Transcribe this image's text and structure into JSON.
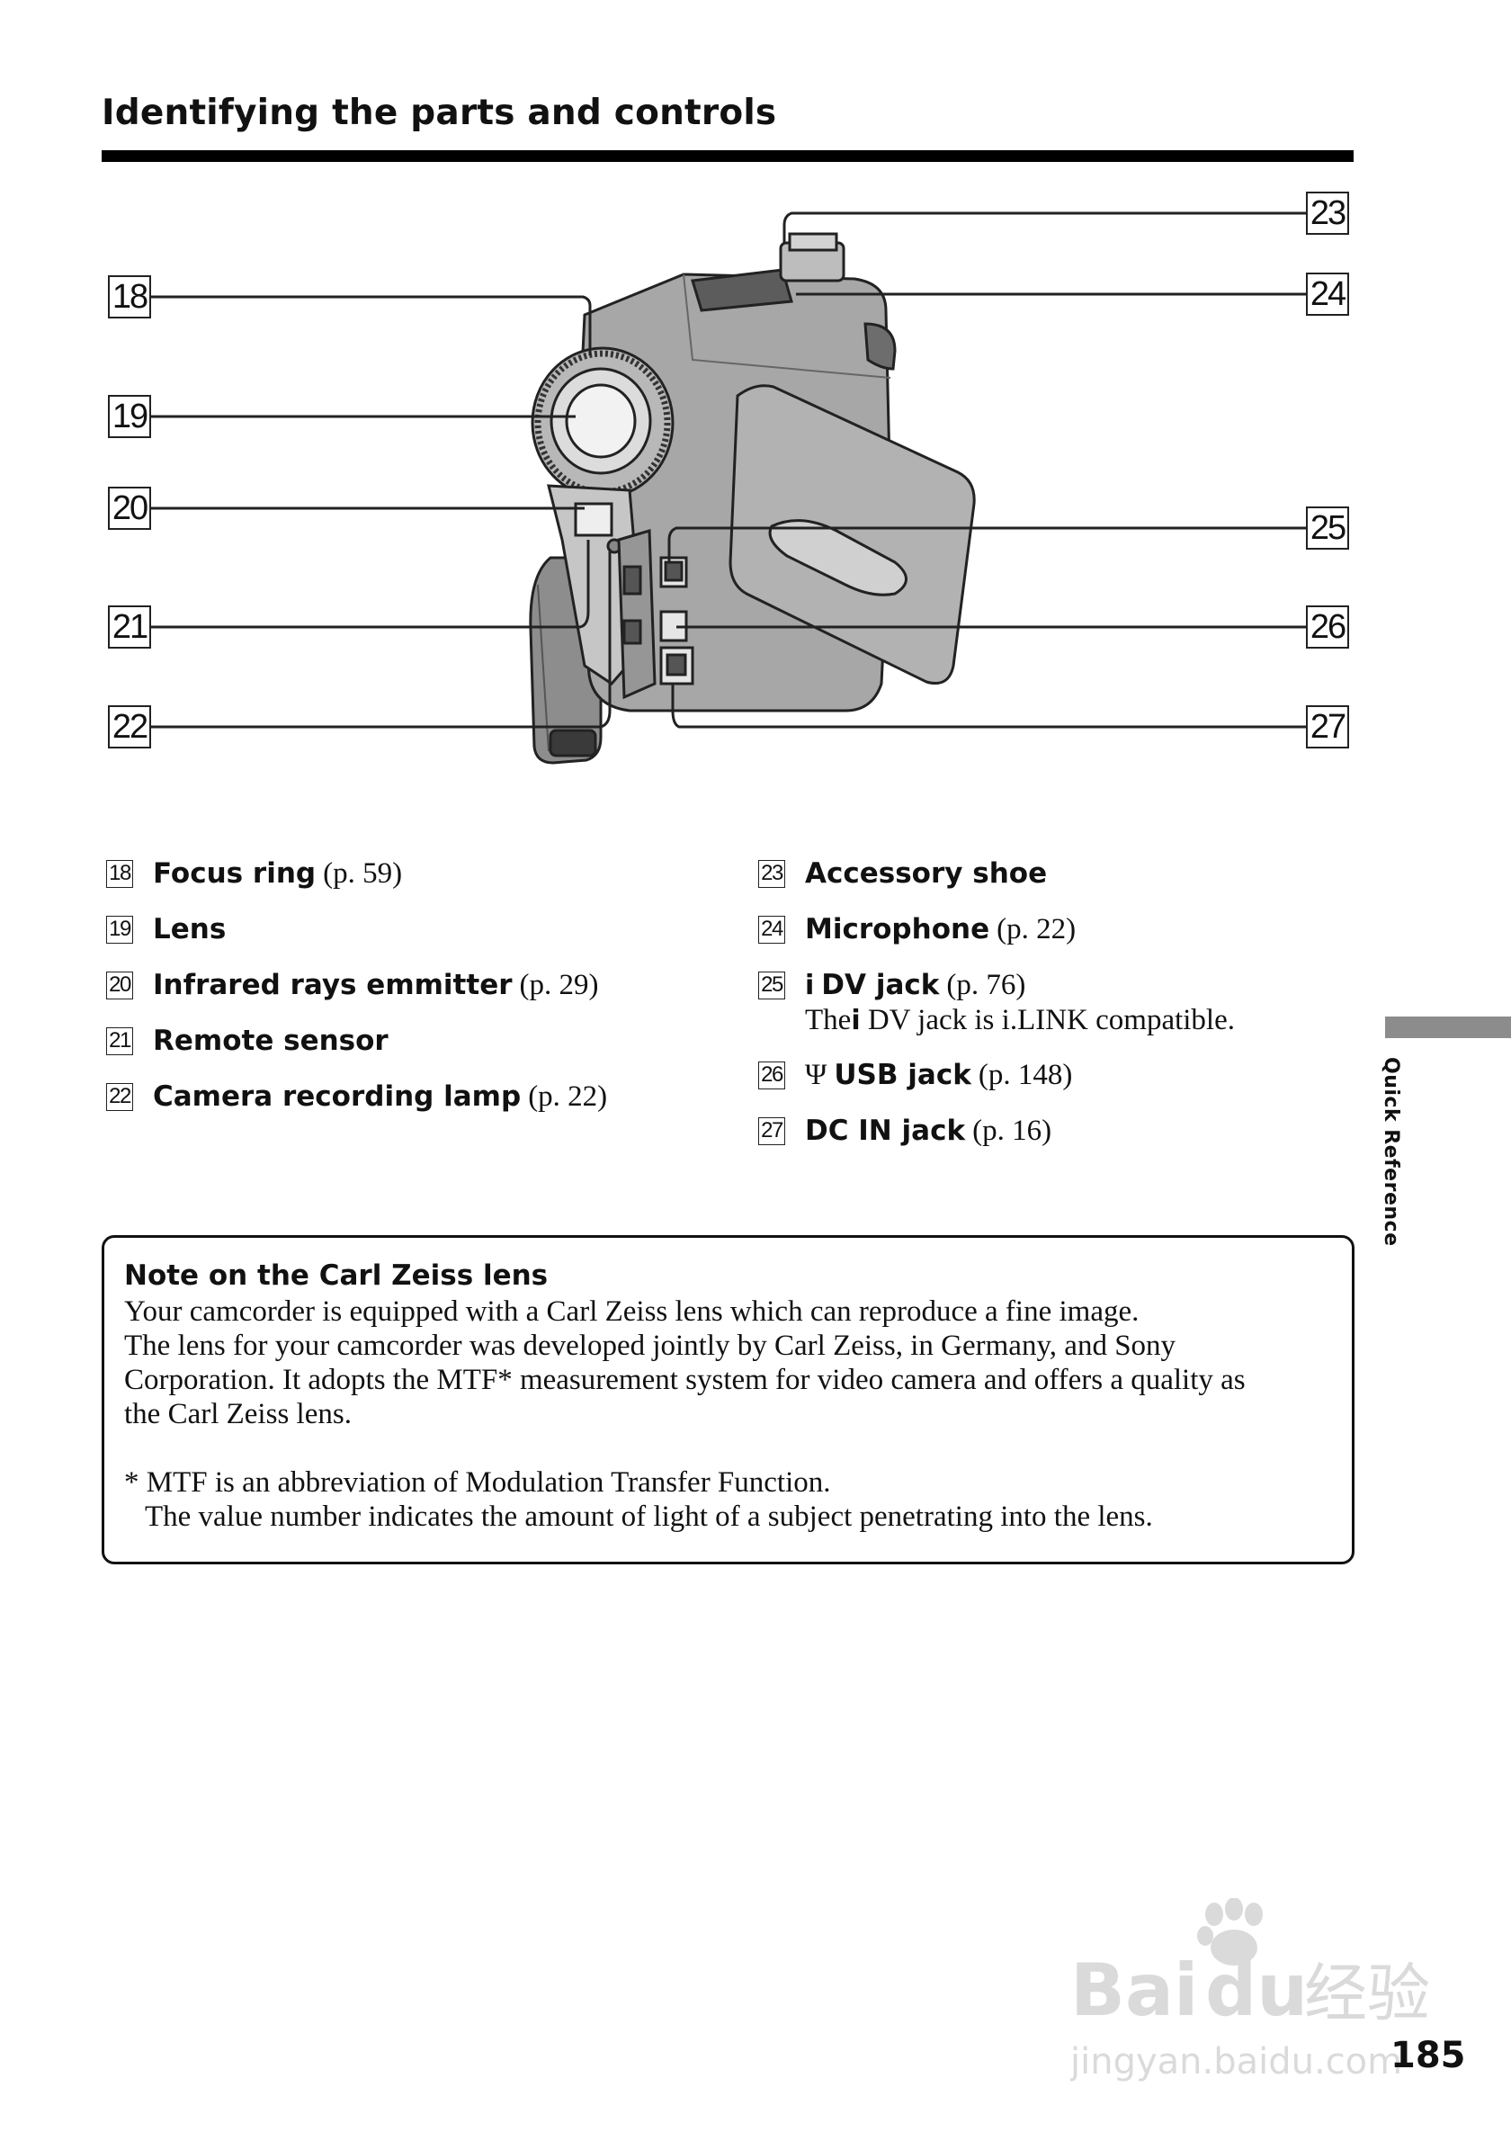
{
  "page": {
    "section_title": "Identifying the parts and controls",
    "page_number": "185",
    "side_tab_label": "Quick Reference"
  },
  "diagram": {
    "callouts": [
      "18",
      "19",
      "20",
      "21",
      "22",
      "23",
      "24",
      "25",
      "26",
      "27"
    ]
  },
  "legend": {
    "left": [
      {
        "num": "18",
        "name": "Focus ring",
        "ref": "(p. 59)"
      },
      {
        "num": "19",
        "name": "Lens",
        "ref": ""
      },
      {
        "num": "20",
        "name": "Infrared rays emmitter",
        "ref": "(p. 29)"
      },
      {
        "num": "21",
        "name": "Remote sensor",
        "ref": ""
      },
      {
        "num": "22",
        "name": "Camera recording lamp",
        "ref": "(p. 22)"
      }
    ],
    "right": [
      {
        "num": "23",
        "name": "Accessory shoe",
        "ref": ""
      },
      {
        "num": "24",
        "name": "Microphone",
        "ref": "(p. 22)"
      },
      {
        "num": "25",
        "icon": "i",
        "name": "DV jack",
        "ref": "(p. 76)",
        "note_pre": "The",
        "note_icon": "i",
        "note_post": "DV jack is i.LINK compatible."
      },
      {
        "num": "26",
        "icon": "Ψ",
        "name": "USB jack",
        "ref": "(p. 148)"
      },
      {
        "num": "27",
        "name": "DC IN jack",
        "ref": "(p. 16)"
      }
    ]
  },
  "note": {
    "title": "Note on the Carl Zeiss lens",
    "lines": [
      "Your camcorder is equipped with a Carl Zeiss lens which can reproduce a fine image.",
      "The lens for your camcorder was developed jointly by Carl Zeiss, in Germany, and Sony",
      "Corporation. It adopts the MTF* measurement system for video camera and offers a quality as",
      "the Carl Zeiss lens."
    ],
    "footnote": [
      "* MTF is an abbreviation of Modulation Transfer Function.",
      "The value number indicates the amount of light of a subject penetrating into the lens."
    ]
  },
  "watermark": {
    "brand": "Bai",
    "brand2": "du",
    "chinese": "经验",
    "url": "jingyan.baidu.com"
  }
}
